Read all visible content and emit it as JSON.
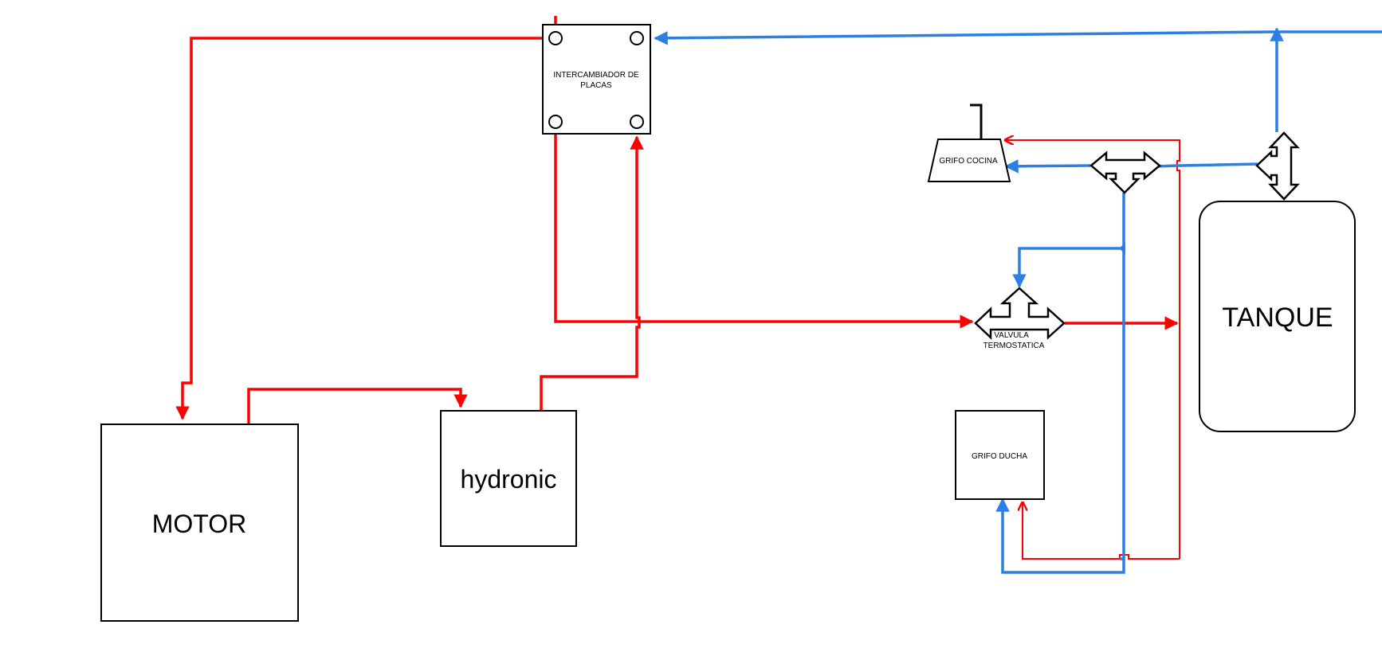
{
  "labels": {
    "motor": "MOTOR",
    "hydronic": "hydronic",
    "intercambiador_line1": "INTERCAMBIADOR DE",
    "intercambiador_line2": "PLACAS",
    "grifo_cocina": "GRIFO COCINA",
    "valvula_line1": "VALVULA",
    "valvula_line2": "TERMOSTATICA",
    "grifo_ducha": "GRIFO DUCHA",
    "tanque": "TANQUE"
  },
  "colors": {
    "hot_line": "#ff0000",
    "cold_line": "#2b7fe6",
    "outline": "#000000",
    "background": "#ffffff"
  }
}
